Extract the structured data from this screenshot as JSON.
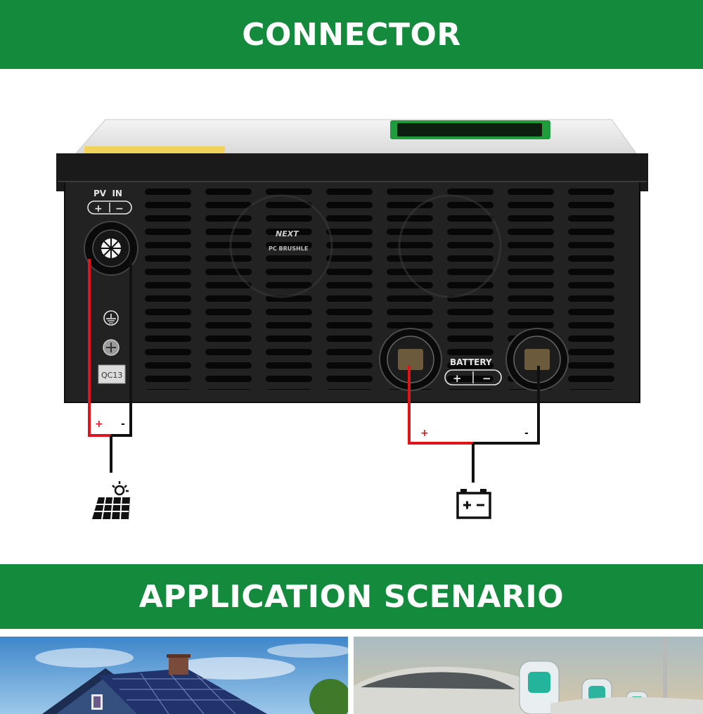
{
  "sections": {
    "connector_title": "CONNECTOR",
    "application_title": "APPLICATION SCENARIO"
  },
  "device": {
    "pv_label": "PV  IN",
    "pv_plus": "+",
    "pv_minus": "−",
    "battery_label": "BATTERY",
    "battery_plus": "+",
    "battery_minus": "−",
    "qc_sticker": "QC13",
    "fan_text_1": "NEXT",
    "fan_text_2": "PC BRUSHLE"
  },
  "wiring": {
    "pv_plus_mark": "+",
    "pv_minus_mark": "-",
    "battery_plus_mark": "+",
    "battery_minus_mark": "-"
  },
  "icons": {
    "pv": "solar-panel-icon",
    "battery": "battery-icon"
  },
  "colors": {
    "banner_green": "#148a3c",
    "wire_red": "#e0141c",
    "wire_black": "#111111"
  }
}
